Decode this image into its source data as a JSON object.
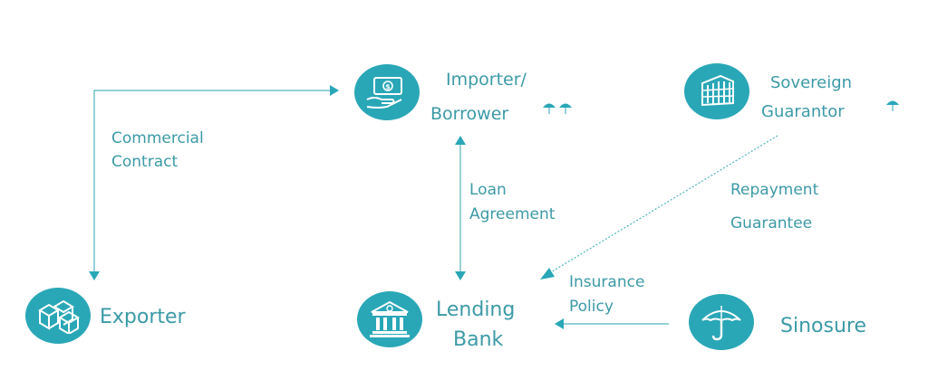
{
  "colors": {
    "accent": "#2aa7b7",
    "line": "#4fb3bf",
    "text": "#3c9aa6"
  },
  "nodes": {
    "importer": {
      "line1": "Importer/",
      "line2": "Borrower",
      "icon": "money-hand-icon"
    },
    "sovereign": {
      "line1": "Sovereign",
      "line2": "Guarantor",
      "icon": "building-icon"
    },
    "exporter": {
      "label": "Exporter",
      "icon": "boxes-icon"
    },
    "bank": {
      "line1": "Lending",
      "line2": "Bank",
      "icon": "bank-icon"
    },
    "sinosure": {
      "label": "Sinosure",
      "icon": "umbrella-icon"
    }
  },
  "edges": {
    "commercial": {
      "line1": "Commercial",
      "line2": "Contract"
    },
    "loan": {
      "line1": "Loan",
      "line2": "Agreement"
    },
    "repayment": {
      "line1": "Repayment",
      "line2": "Guarantee"
    },
    "insurance": {
      "line1": "Insurance",
      "line2": "Policy"
    }
  }
}
